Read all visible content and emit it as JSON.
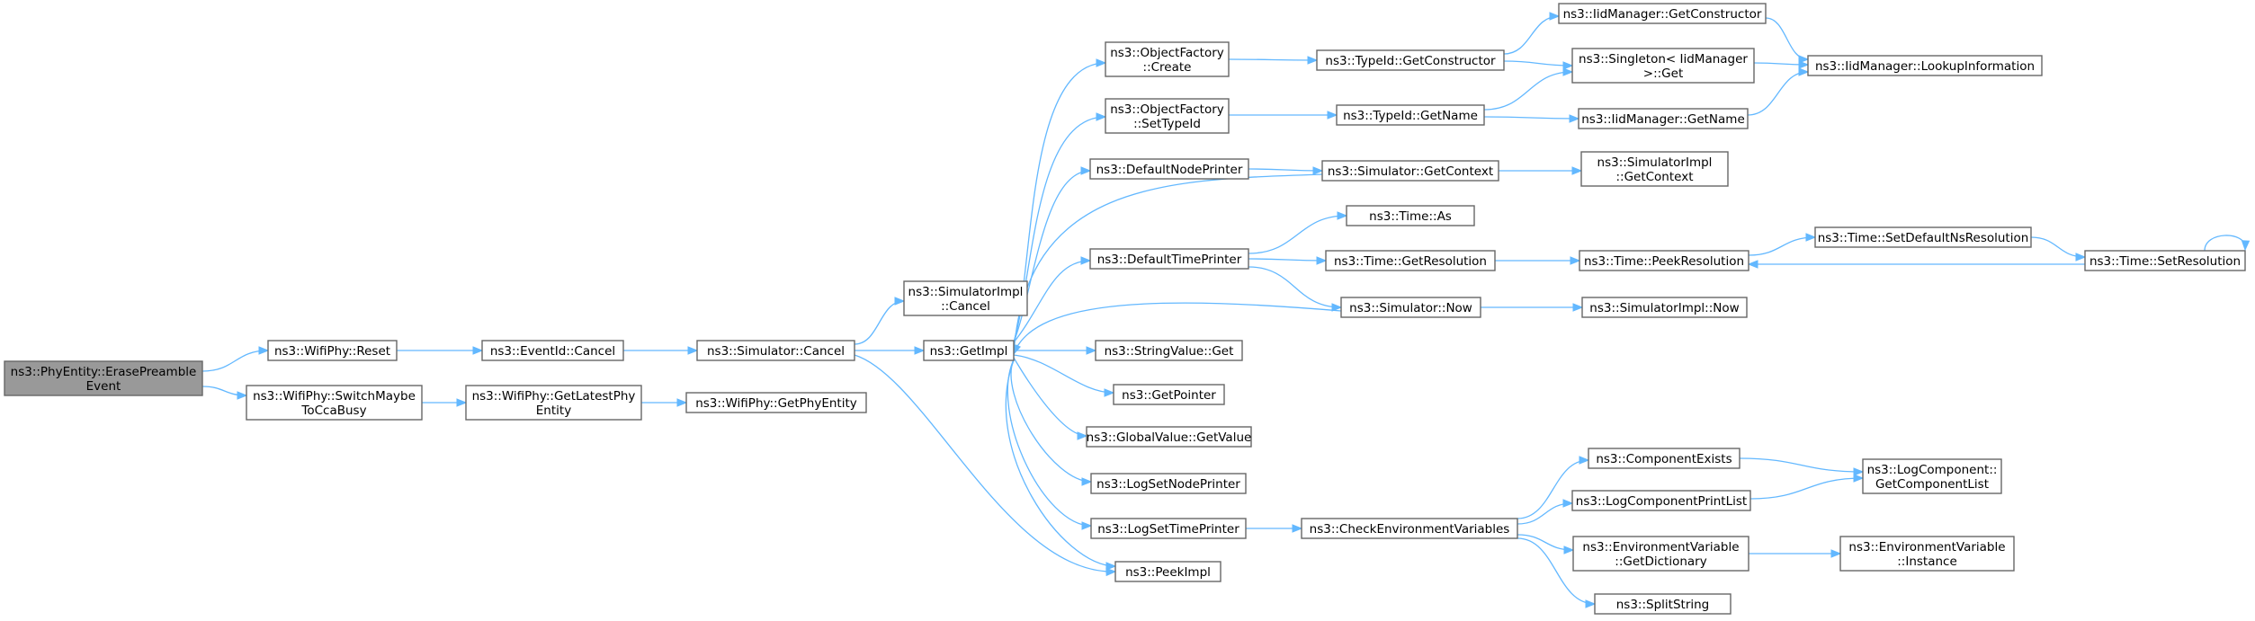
{
  "graph": {
    "nodes": {
      "erase": [
        "ns3::PhyEntity::ErasePreamble",
        "Event"
      ],
      "reset": [
        "ns3::WifiPhy::Reset"
      ],
      "switch": [
        "ns3::WifiPhy::SwitchMaybe",
        "ToCcaBusy"
      ],
      "evcancel": [
        "ns3::EventId::Cancel"
      ],
      "getlatest": [
        "ns3::WifiPhy::GetLatestPhy",
        "Entity"
      ],
      "getphyentity": [
        "ns3::WifiPhy::GetPhyEntity"
      ],
      "simcancel": [
        "ns3::Simulator::Cancel"
      ],
      "simimplcancel": [
        "ns3::SimulatorImpl",
        "::Cancel"
      ],
      "getimpl": [
        "ns3::GetImpl"
      ],
      "ofcreate": [
        "ns3::ObjectFactory",
        "::Create"
      ],
      "ofsettypeid": [
        "ns3::ObjectFactory",
        "::SetTypeId"
      ],
      "defnode": [
        "ns3::DefaultNodePrinter"
      ],
      "deftime": [
        "ns3::DefaultTimePrinter"
      ],
      "strget": [
        "ns3::StringValue::Get"
      ],
      "getpointer": [
        "ns3::GetPointer"
      ],
      "gvget": [
        "ns3::GlobalValue::GetValue"
      ],
      "lognode": [
        "ns3::LogSetNodePrinter"
      ],
      "logtime": [
        "ns3::LogSetTimePrinter"
      ],
      "peekimpl": [
        "ns3::PeekImpl"
      ],
      "tidgetcons": [
        "ns3::TypeId::GetConstructor"
      ],
      "tidgetname": [
        "ns3::TypeId::GetName"
      ],
      "simgetctx": [
        "ns3::Simulator::GetContext"
      ],
      "timeas": [
        "ns3::Time::As"
      ],
      "timegetres": [
        "ns3::Time::GetResolution"
      ],
      "simnow": [
        "ns3::Simulator::Now"
      ],
      "checkenv": [
        "ns3::CheckEnvironmentVariables"
      ],
      "iidgetcons": [
        "ns3::IidManager::GetConstructor"
      ],
      "singleton": [
        "ns3::Singleton< IidManager",
        ">::Get"
      ],
      "iidgetname": [
        "ns3::IidManager::GetName"
      ],
      "implgetctx": [
        "ns3::SimulatorImpl",
        "::GetContext"
      ],
      "timepeek": [
        "ns3::Time::PeekResolution"
      ],
      "implnow": [
        "ns3::SimulatorImpl::Now"
      ],
      "compexists": [
        "ns3::ComponentExists"
      ],
      "logcomplist": [
        "ns3::LogComponentPrintList"
      ],
      "envdict": [
        "ns3::EnvironmentVariable",
        "::GetDictionary"
      ],
      "splitstr": [
        "ns3::SplitString"
      ],
      "iidlookup": [
        "ns3::IidManager::LookupInformation"
      ],
      "timesetdef": [
        "ns3::Time::SetDefaultNsResolution"
      ],
      "timesetres": [
        "ns3::Time::SetResolution"
      ],
      "logcompget": [
        "ns3::LogComponent::",
        "GetComponentList"
      ],
      "envinst": [
        "ns3::EnvironmentVariable",
        "::Instance"
      ]
    },
    "edge_color": "#63b8ff",
    "root_fill": "#999999"
  }
}
